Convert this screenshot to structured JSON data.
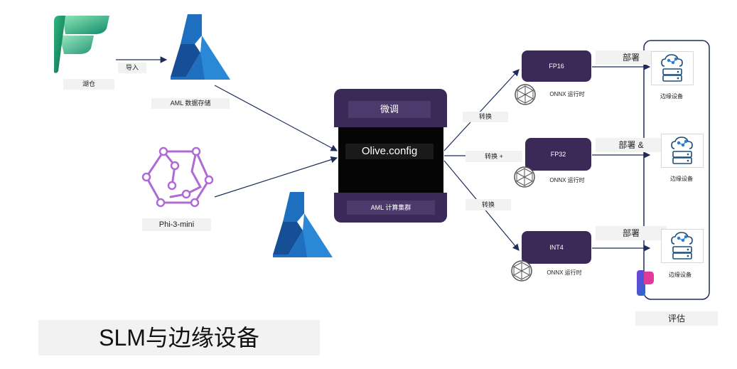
{
  "labels": {
    "import": "导入",
    "lakehouse": "湖仓",
    "aml_datastore": "AML 数据存储",
    "phi3": "Phi-3-mini",
    "finetune": "微调",
    "olive_config": "Olive.config",
    "aml_compute": "AML 计算集群",
    "convert_1": "转换",
    "convert_2": "转换 +",
    "convert_3": "转换",
    "fp16": "FP16",
    "fp32": "FP32",
    "int4": "INT4",
    "onnx_runtime_1": "ONNX 运行时",
    "onnx_runtime_2": "ONNX 运行时",
    "onnx_runtime_3": "ONNX 运行时",
    "deploy_1": "部署",
    "deploy_2": "部署 &",
    "deploy_3": "部署",
    "edge_device_1": "边缘设备",
    "edge_device_2": "边缘设备",
    "edge_device_3": "边缘设备",
    "evaluate": "评估",
    "title": "SLM与边缘设备"
  },
  "colors": {
    "dark_purple": "#3b2a58",
    "black_panel": "#050505",
    "azure_blue": "#1e6fbf",
    "fabric_green": "#3cb58c",
    "phi_purple": "#b06ad6",
    "arrow_navy": "#1f2d5c"
  }
}
